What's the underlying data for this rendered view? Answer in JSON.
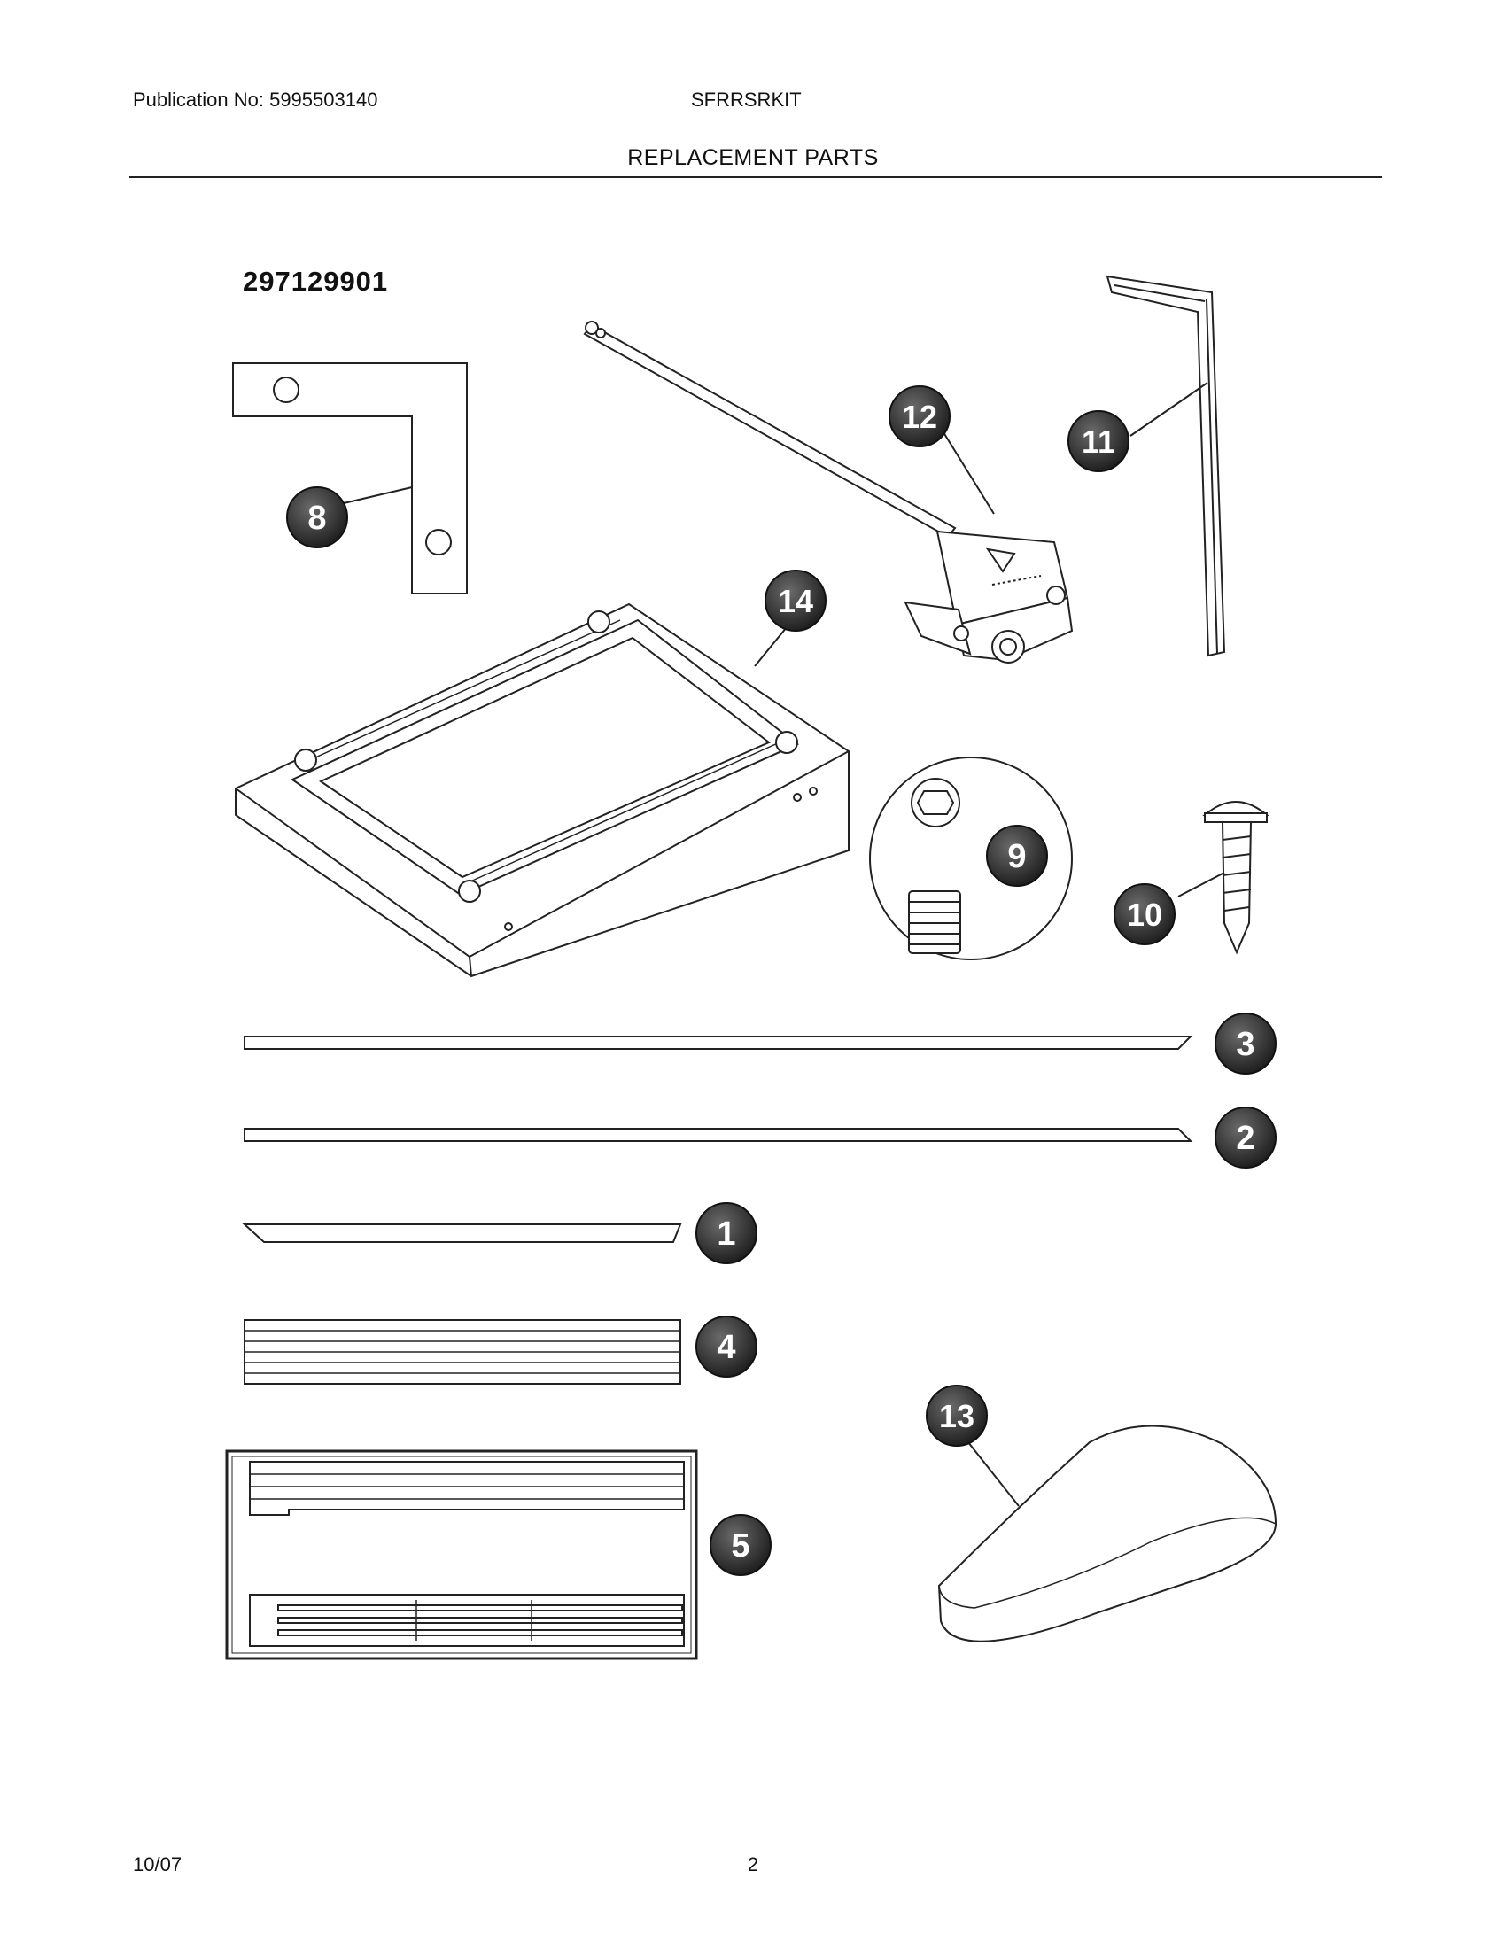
{
  "header": {
    "publication": "Publication No: 5995503140",
    "model": "SFRRSRKIT",
    "title": "REPLACEMENT PARTS"
  },
  "kit_number": "297129901",
  "callouts": {
    "c1": "1",
    "c2": "2",
    "c3": "3",
    "c4": "4",
    "c5": "5",
    "c8": "8",
    "c9": "9",
    "c10": "10",
    "c11": "11",
    "c12": "12",
    "c13": "13",
    "c14": "14"
  },
  "footer": {
    "date": "10/07",
    "page": "2"
  }
}
